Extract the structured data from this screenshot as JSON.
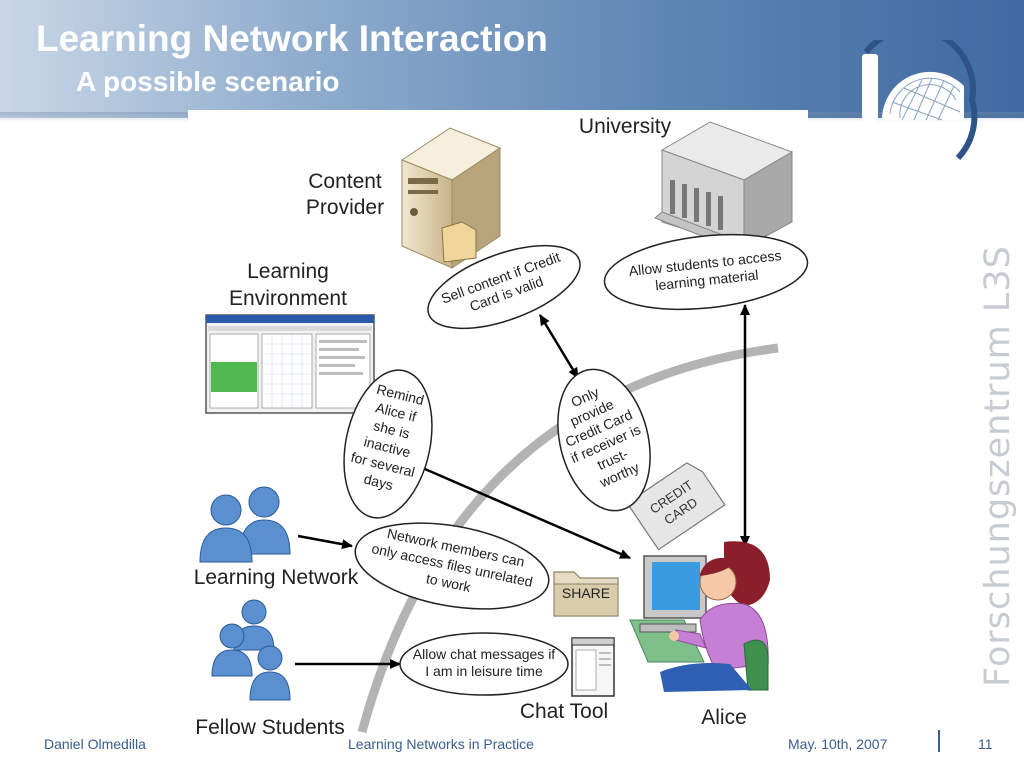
{
  "slide": {
    "title": "Learning Network Interaction",
    "subtitle": "A possible scenario",
    "vertical_brand": "Forschungszentrum L3S"
  },
  "footer": {
    "author": "Daniel Olmedilla",
    "center": "Learning Networks in Practice",
    "date": "May. 10th, 2007",
    "page": "11"
  },
  "diagram": {
    "nodes": {
      "content_provider": [
        "Content",
        "Provider"
      ],
      "university": "University",
      "learning_environment": [
        "Learning",
        "Environment"
      ],
      "learning_network": "Learning Network",
      "fellow_students": "Fellow Students",
      "chat_tool": "Chat Tool",
      "alice": "Alice"
    },
    "badges": {
      "credit_card": [
        "CREDIT",
        "CARD"
      ],
      "share": "SHARE"
    },
    "bubbles": {
      "sell_content": [
        "Sell content if Credit",
        "Card is valid"
      ],
      "allow_access": [
        "Allow students to access",
        "learning material"
      ],
      "remind": [
        "Remind",
        "Alice if",
        "she is",
        "inactive",
        "for several",
        "days"
      ],
      "only_provide": [
        "Only",
        "provide",
        "Credit Card",
        "if receiver is",
        "trust-",
        "worthy"
      ],
      "network_members": [
        "Network members can",
        "only access files unrelated",
        "to work"
      ],
      "allow_chat": [
        "Allow chat messages if",
        "I am in leisure time"
      ]
    },
    "colors": {
      "header_start": "#c9d7e7",
      "header_end": "#3f6aa0",
      "people_blue": "#5a8fd0",
      "alice_shirt": "#c77fd6",
      "alice_hair": "#8a1e2b",
      "chair_green": "#3f8f4f"
    }
  }
}
